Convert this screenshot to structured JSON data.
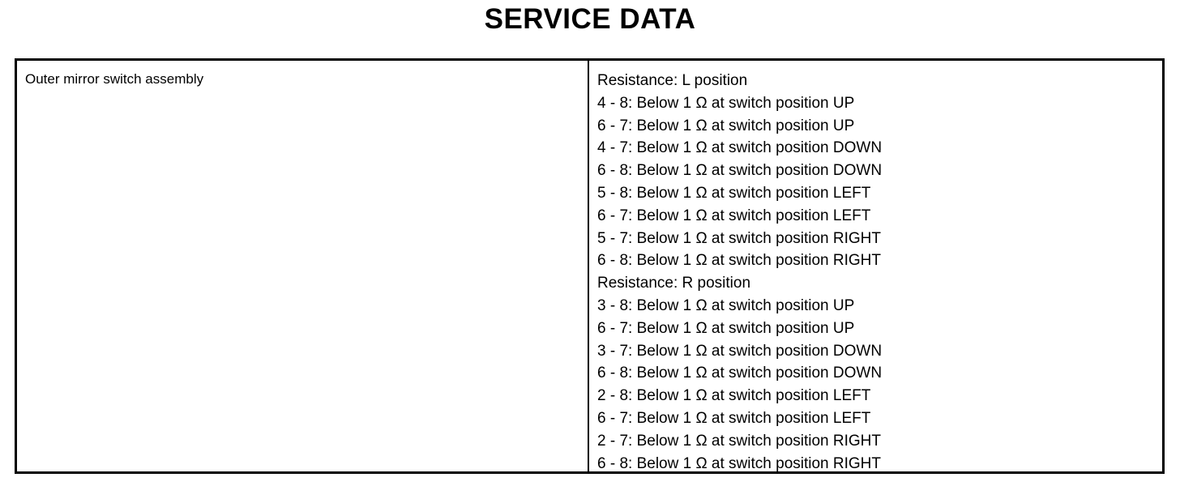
{
  "title": "SERVICE DATA",
  "table": {
    "left": {
      "item_label": "Outer mirror switch assembly"
    },
    "right": {
      "lines": [
        "Resistance: L position",
        "4 - 8: Below 1 Ω at switch position UP",
        "6 - 7: Below 1 Ω at switch position UP",
        "4 - 7: Below 1 Ω at switch position DOWN",
        "6 - 8: Below 1 Ω at switch position DOWN",
        "5 - 8: Below 1 Ω at switch position LEFT",
        "6 - 7: Below 1 Ω at switch position LEFT",
        "5 - 7: Below 1 Ω at switch position RIGHT",
        "6 - 8: Below 1 Ω at switch position RIGHT",
        "Resistance: R position",
        "3 - 8: Below 1 Ω at switch position UP",
        "6 - 7: Below 1 Ω at switch position UP",
        "3 - 7: Below 1 Ω at switch position DOWN",
        "6 - 8: Below 1 Ω at switch position DOWN",
        "2 - 8: Below 1 Ω at switch position LEFT",
        "6 - 7: Below 1 Ω at switch position LEFT",
        "2 - 7: Below 1 Ω at switch position RIGHT",
        "6 - 8: Below 1 Ω at switch position RIGHT"
      ]
    }
  },
  "colors": {
    "text": "#000000",
    "border": "#000000",
    "background": "#ffffff"
  }
}
